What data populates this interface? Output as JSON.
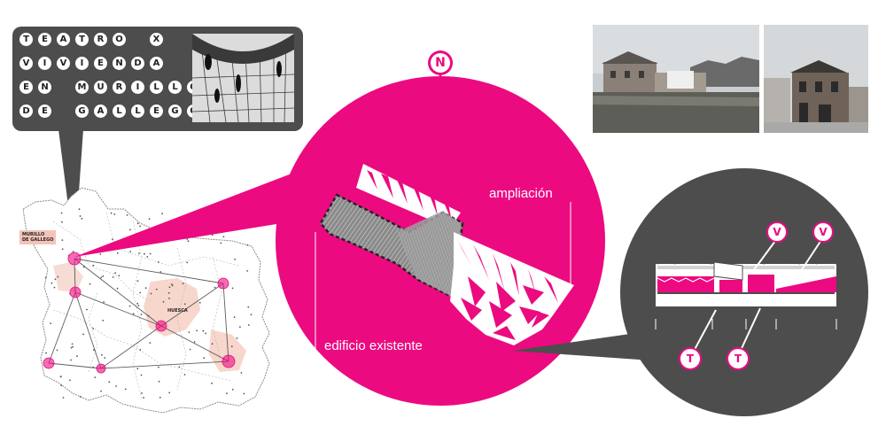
{
  "title": {
    "lines": [
      "TEATRO X",
      "VIVIENDA",
      "EN MURILLO",
      "DE GALLEGO"
    ]
  },
  "north": {
    "label": "N"
  },
  "plan": {
    "ampliacion_label": "ampliación",
    "existente_label": "edificio existente"
  },
  "section": {
    "v_labels": [
      "V",
      "V"
    ],
    "t_labels": [
      "T",
      "T"
    ]
  },
  "map": {
    "murillo_label_line1": "MURILLO",
    "murillo_label_line2": "DE GALLEGO",
    "huesca_label": "HUESCA"
  },
  "colors": {
    "accent": "#ec0a80",
    "dark": "#4d4d4d",
    "white": "#ffffff"
  },
  "icons": [
    "north-marker-icon",
    "circus-photo",
    "street-photo",
    "building-photo"
  ]
}
